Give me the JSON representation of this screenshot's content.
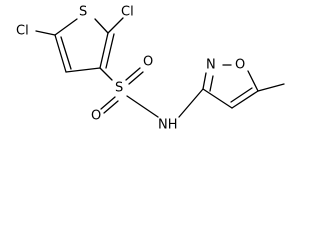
{
  "molecule": {
    "atoms": {
      "cl_top": "Cl",
      "s_ring": "S",
      "cl_left": "Cl",
      "s_sulfonyl": "S",
      "o_upper": "O",
      "o_lower": "O",
      "nh": "NH",
      "n_ring": "N",
      "o_ring": "O"
    }
  }
}
